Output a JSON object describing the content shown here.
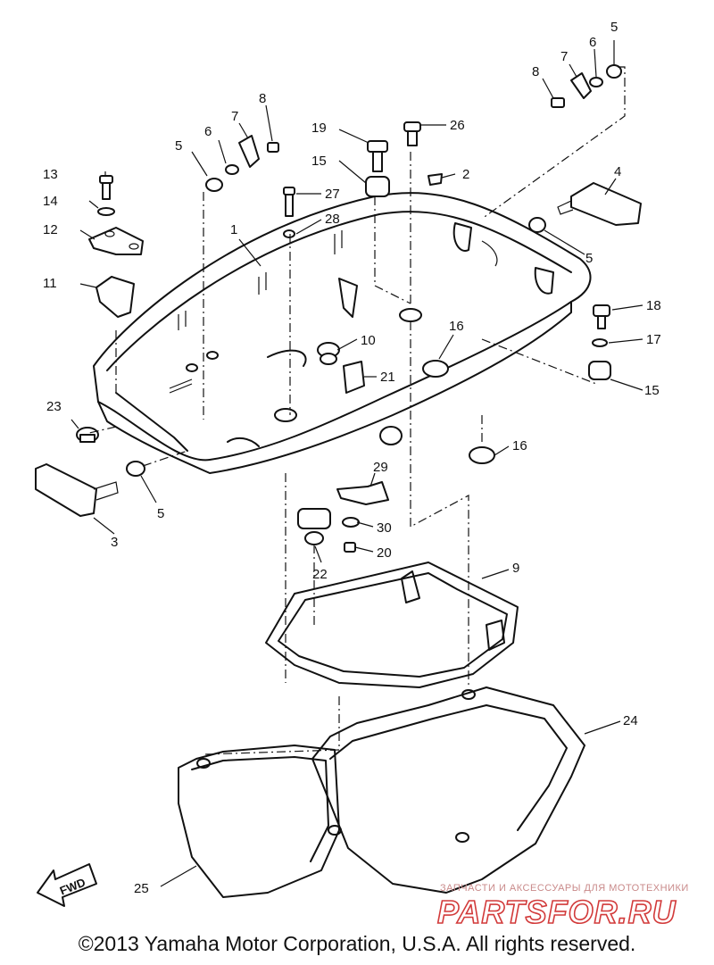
{
  "callouts": [
    {
      "id": "c1",
      "text": "1"
    },
    {
      "id": "c2",
      "text": "2"
    },
    {
      "id": "c3",
      "text": "3"
    },
    {
      "id": "c4",
      "text": "4"
    },
    {
      "id": "c5a",
      "text": "5"
    },
    {
      "id": "c5b",
      "text": "5"
    },
    {
      "id": "c5c",
      "text": "5"
    },
    {
      "id": "c5d",
      "text": "5"
    },
    {
      "id": "c6a",
      "text": "6"
    },
    {
      "id": "c6b",
      "text": "6"
    },
    {
      "id": "c7a",
      "text": "7"
    },
    {
      "id": "c7b",
      "text": "7"
    },
    {
      "id": "c8a",
      "text": "8"
    },
    {
      "id": "c8b",
      "text": "8"
    },
    {
      "id": "c9",
      "text": "9"
    },
    {
      "id": "c10",
      "text": "10"
    },
    {
      "id": "c11",
      "text": "11"
    },
    {
      "id": "c12",
      "text": "12"
    },
    {
      "id": "c13",
      "text": "13"
    },
    {
      "id": "c14",
      "text": "14"
    },
    {
      "id": "c15a",
      "text": "15"
    },
    {
      "id": "c15b",
      "text": "15"
    },
    {
      "id": "c16a",
      "text": "16"
    },
    {
      "id": "c16b",
      "text": "16"
    },
    {
      "id": "c17",
      "text": "17"
    },
    {
      "id": "c18",
      "text": "18"
    },
    {
      "id": "c19",
      "text": "19"
    },
    {
      "id": "c20",
      "text": "20"
    },
    {
      "id": "c21",
      "text": "21"
    },
    {
      "id": "c22",
      "text": "22"
    },
    {
      "id": "c23",
      "text": "23"
    },
    {
      "id": "c24",
      "text": "24"
    },
    {
      "id": "c25",
      "text": "25"
    },
    {
      "id": "c26",
      "text": "26"
    },
    {
      "id": "c27",
      "text": "27"
    },
    {
      "id": "c28",
      "text": "28"
    },
    {
      "id": "c29",
      "text": "29"
    },
    {
      "id": "c30",
      "text": "30"
    }
  ],
  "fwd_label": "FWD",
  "watermark": {
    "tagline": "ЗАПЧАСТИ И АКСЕССУАРЫ ДЛЯ МОТОТЕХНИКИ",
    "brand": "PARTSFOR.RU"
  },
  "copyright": "©2013 Yamaha Motor Corporation, U.S.A. All rights reserved.",
  "colors": {
    "line": "#111111",
    "watermark": "#d23a3a",
    "background": "#ffffff"
  }
}
